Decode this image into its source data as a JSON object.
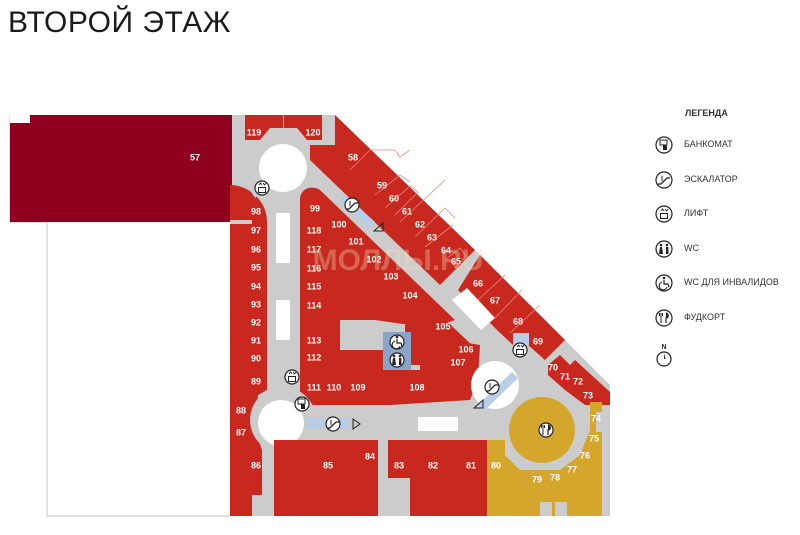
{
  "title": "ВТОРОЙ ЭТАЖ",
  "watermark": "МОЛЛЫ.RU",
  "colors": {
    "anchor_store": "#8f0020",
    "store": "#c8281e",
    "food_court": "#d4a72c",
    "corridor": "#cccccc",
    "service": "#8aa3c8",
    "escalator_path": "#b8cde6"
  },
  "legend": {
    "title": "ЛЕГЕНДА",
    "items": [
      {
        "icon": "atm-icon",
        "label": "БАНКОМАТ"
      },
      {
        "icon": "escalator-icon",
        "label": "ЭСКАЛАТОР"
      },
      {
        "icon": "elevator-icon",
        "label": "ЛИФТ"
      },
      {
        "icon": "wc-icon",
        "label": "WC"
      },
      {
        "icon": "accessible-wc-icon",
        "label": "WC ДЛЯ ИНВАЛИДОВ"
      },
      {
        "icon": "food-court-icon",
        "label": "ФУДКОРТ"
      },
      {
        "icon": "compass-icon",
        "label": "N"
      }
    ]
  },
  "units": [
    {
      "id": "57",
      "type": "anchor"
    },
    {
      "id": "58",
      "type": "store"
    },
    {
      "id": "59",
      "type": "store"
    },
    {
      "id": "60",
      "type": "store"
    },
    {
      "id": "61",
      "type": "store"
    },
    {
      "id": "62",
      "type": "store"
    },
    {
      "id": "63",
      "type": "store"
    },
    {
      "id": "64",
      "type": "store"
    },
    {
      "id": "65",
      "type": "store"
    },
    {
      "id": "66",
      "type": "store"
    },
    {
      "id": "67",
      "type": "store"
    },
    {
      "id": "68",
      "type": "store"
    },
    {
      "id": "69",
      "type": "store"
    },
    {
      "id": "70",
      "type": "store"
    },
    {
      "id": "71",
      "type": "store"
    },
    {
      "id": "72",
      "type": "store"
    },
    {
      "id": "73",
      "type": "store"
    },
    {
      "id": "74",
      "type": "food"
    },
    {
      "id": "75",
      "type": "food"
    },
    {
      "id": "76",
      "type": "food"
    },
    {
      "id": "77",
      "type": "food"
    },
    {
      "id": "78",
      "type": "food"
    },
    {
      "id": "79",
      "type": "food"
    },
    {
      "id": "80",
      "type": "food"
    },
    {
      "id": "81",
      "type": "store"
    },
    {
      "id": "82",
      "type": "store"
    },
    {
      "id": "83",
      "type": "store"
    },
    {
      "id": "84",
      "type": "store"
    },
    {
      "id": "85",
      "type": "store"
    },
    {
      "id": "86",
      "type": "store"
    },
    {
      "id": "87",
      "type": "store"
    },
    {
      "id": "88",
      "type": "store"
    },
    {
      "id": "89",
      "type": "store"
    },
    {
      "id": "90",
      "type": "store"
    },
    {
      "id": "91",
      "type": "store"
    },
    {
      "id": "92",
      "type": "store"
    },
    {
      "id": "93",
      "type": "store"
    },
    {
      "id": "94",
      "type": "store"
    },
    {
      "id": "95",
      "type": "store"
    },
    {
      "id": "96",
      "type": "store"
    },
    {
      "id": "97",
      "type": "store"
    },
    {
      "id": "98",
      "type": "store"
    },
    {
      "id": "99",
      "type": "store"
    },
    {
      "id": "100",
      "type": "store"
    },
    {
      "id": "101",
      "type": "store"
    },
    {
      "id": "102",
      "type": "store"
    },
    {
      "id": "103",
      "type": "store"
    },
    {
      "id": "104",
      "type": "store"
    },
    {
      "id": "105",
      "type": "store"
    },
    {
      "id": "106",
      "type": "store"
    },
    {
      "id": "107",
      "type": "store"
    },
    {
      "id": "108",
      "type": "store"
    },
    {
      "id": "109",
      "type": "store"
    },
    {
      "id": "110",
      "type": "store"
    },
    {
      "id": "111",
      "type": "store"
    },
    {
      "id": "112",
      "type": "store"
    },
    {
      "id": "113",
      "type": "store"
    },
    {
      "id": "114",
      "type": "store"
    },
    {
      "id": "115",
      "type": "store"
    },
    {
      "id": "116",
      "type": "store"
    },
    {
      "id": "117",
      "type": "store"
    },
    {
      "id": "118",
      "type": "store"
    },
    {
      "id": "119",
      "type": "store"
    },
    {
      "id": "120",
      "type": "store"
    }
  ]
}
